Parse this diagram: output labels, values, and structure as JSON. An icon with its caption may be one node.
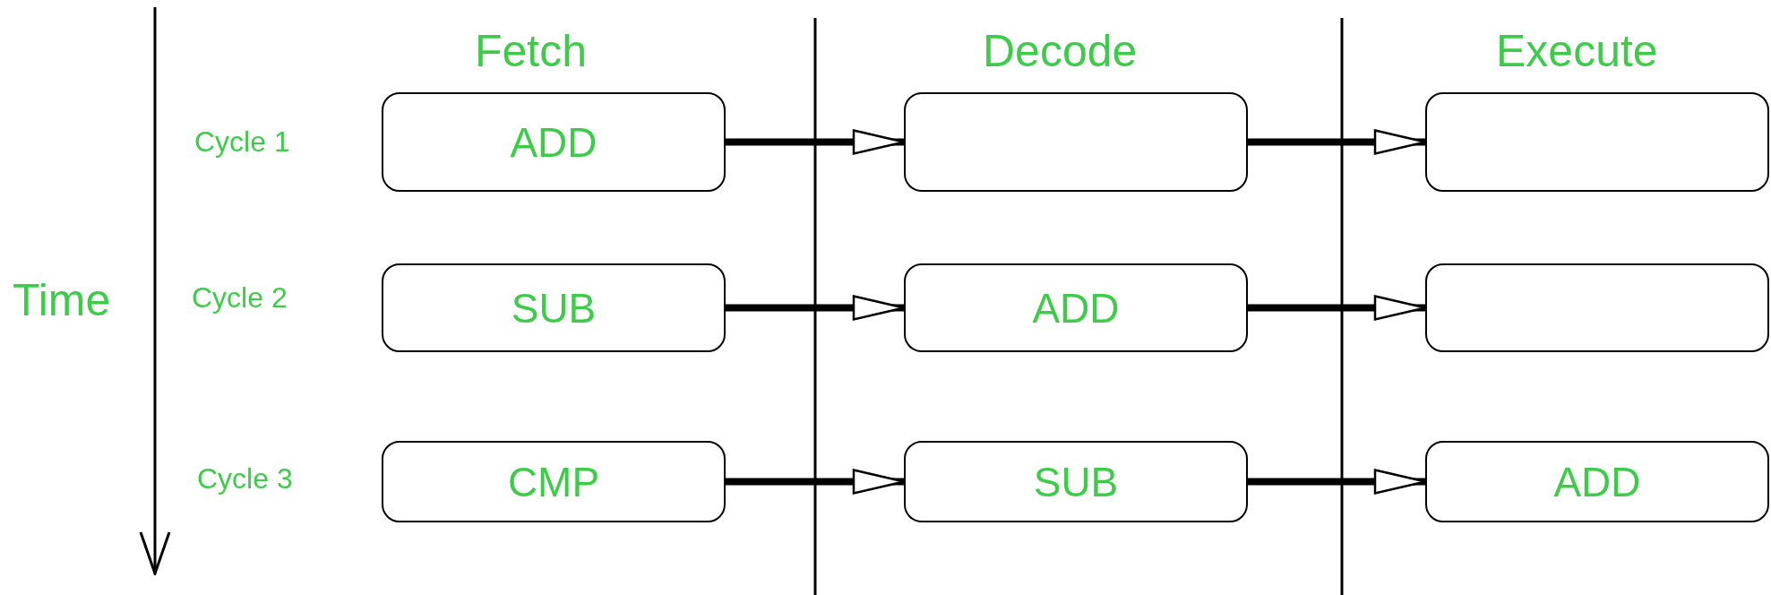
{
  "diagram": {
    "nodes": [
      {
        "text": [
          "ADD"
        ]
      },
      {
        "text": [],
        "shape": "box"
      },
      {
        "text": [],
        "shape": "box"
      },
      {
        "text": [
          "SUB"
        ]
      },
      {
        "text": [
          "ADD"
        ]
      },
      {
        "text": [],
        "shape": "box"
      },
      {
        "text": [
          "CMP"
        ]
      },
      {
        "text": [
          "SUB"
        ]
      },
      {
        "text": [
          "ADD"
        ]
      }
    ],
    "edges": [
      {
        "from": 0,
        "to": 1,
        "arrow": "to"
      },
      {
        "from": 1,
        "to": 2,
        "arrow": "to"
      },
      {
        "from": 3,
        "to": 4,
        "arrow": "to"
      },
      {
        "from": 4,
        "to": 5,
        "arrow": "to"
      },
      {
        "from": 6,
        "to": 7,
        "arrow": "to"
      },
      {
        "from": 7,
        "to": 8,
        "arrow": "to"
      }
    ],
    "labels": [
      "Fetch",
      "Decode",
      "Execute",
      "Cycle 1",
      "Time",
      "Cycle 2",
      "Cycle 3"
    ]
  }
}
